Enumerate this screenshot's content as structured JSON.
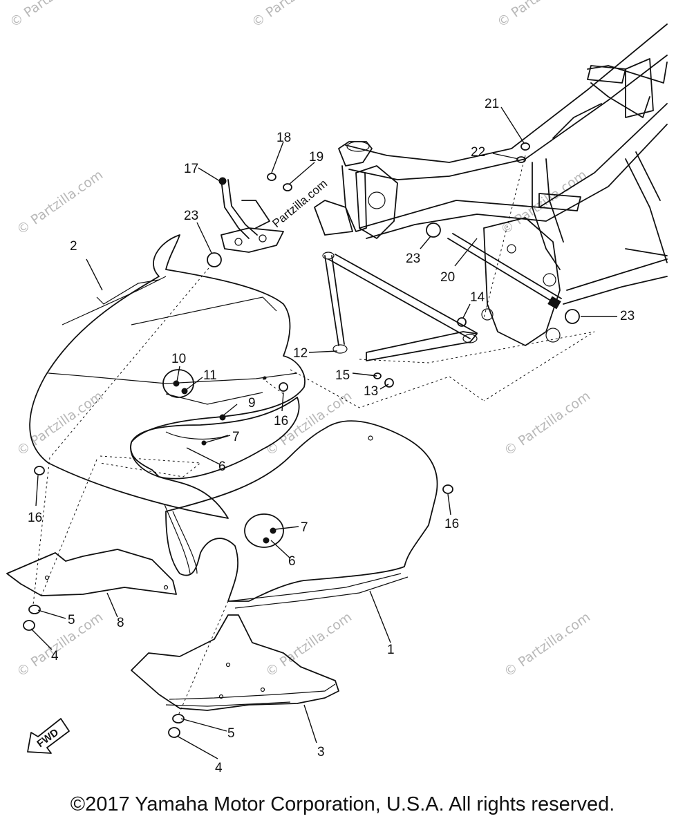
{
  "diagram": {
    "callouts": [
      "1",
      "2",
      "3",
      "4",
      "4",
      "5",
      "5",
      "6",
      "6",
      "7",
      "7",
      "8",
      "9",
      "10",
      "11",
      "12",
      "13",
      "14",
      "15",
      "16",
      "16",
      "16",
      "17",
      "18",
      "19",
      "20",
      "21",
      "22",
      "23",
      "23",
      "23"
    ],
    "inline_label": "Partzilla.com",
    "arrow_label": "FWD",
    "watermark": "© Partzilla.com",
    "copyright": "©2017 Yamaha Motor Corporation, U.S.A. All rights reserved."
  }
}
